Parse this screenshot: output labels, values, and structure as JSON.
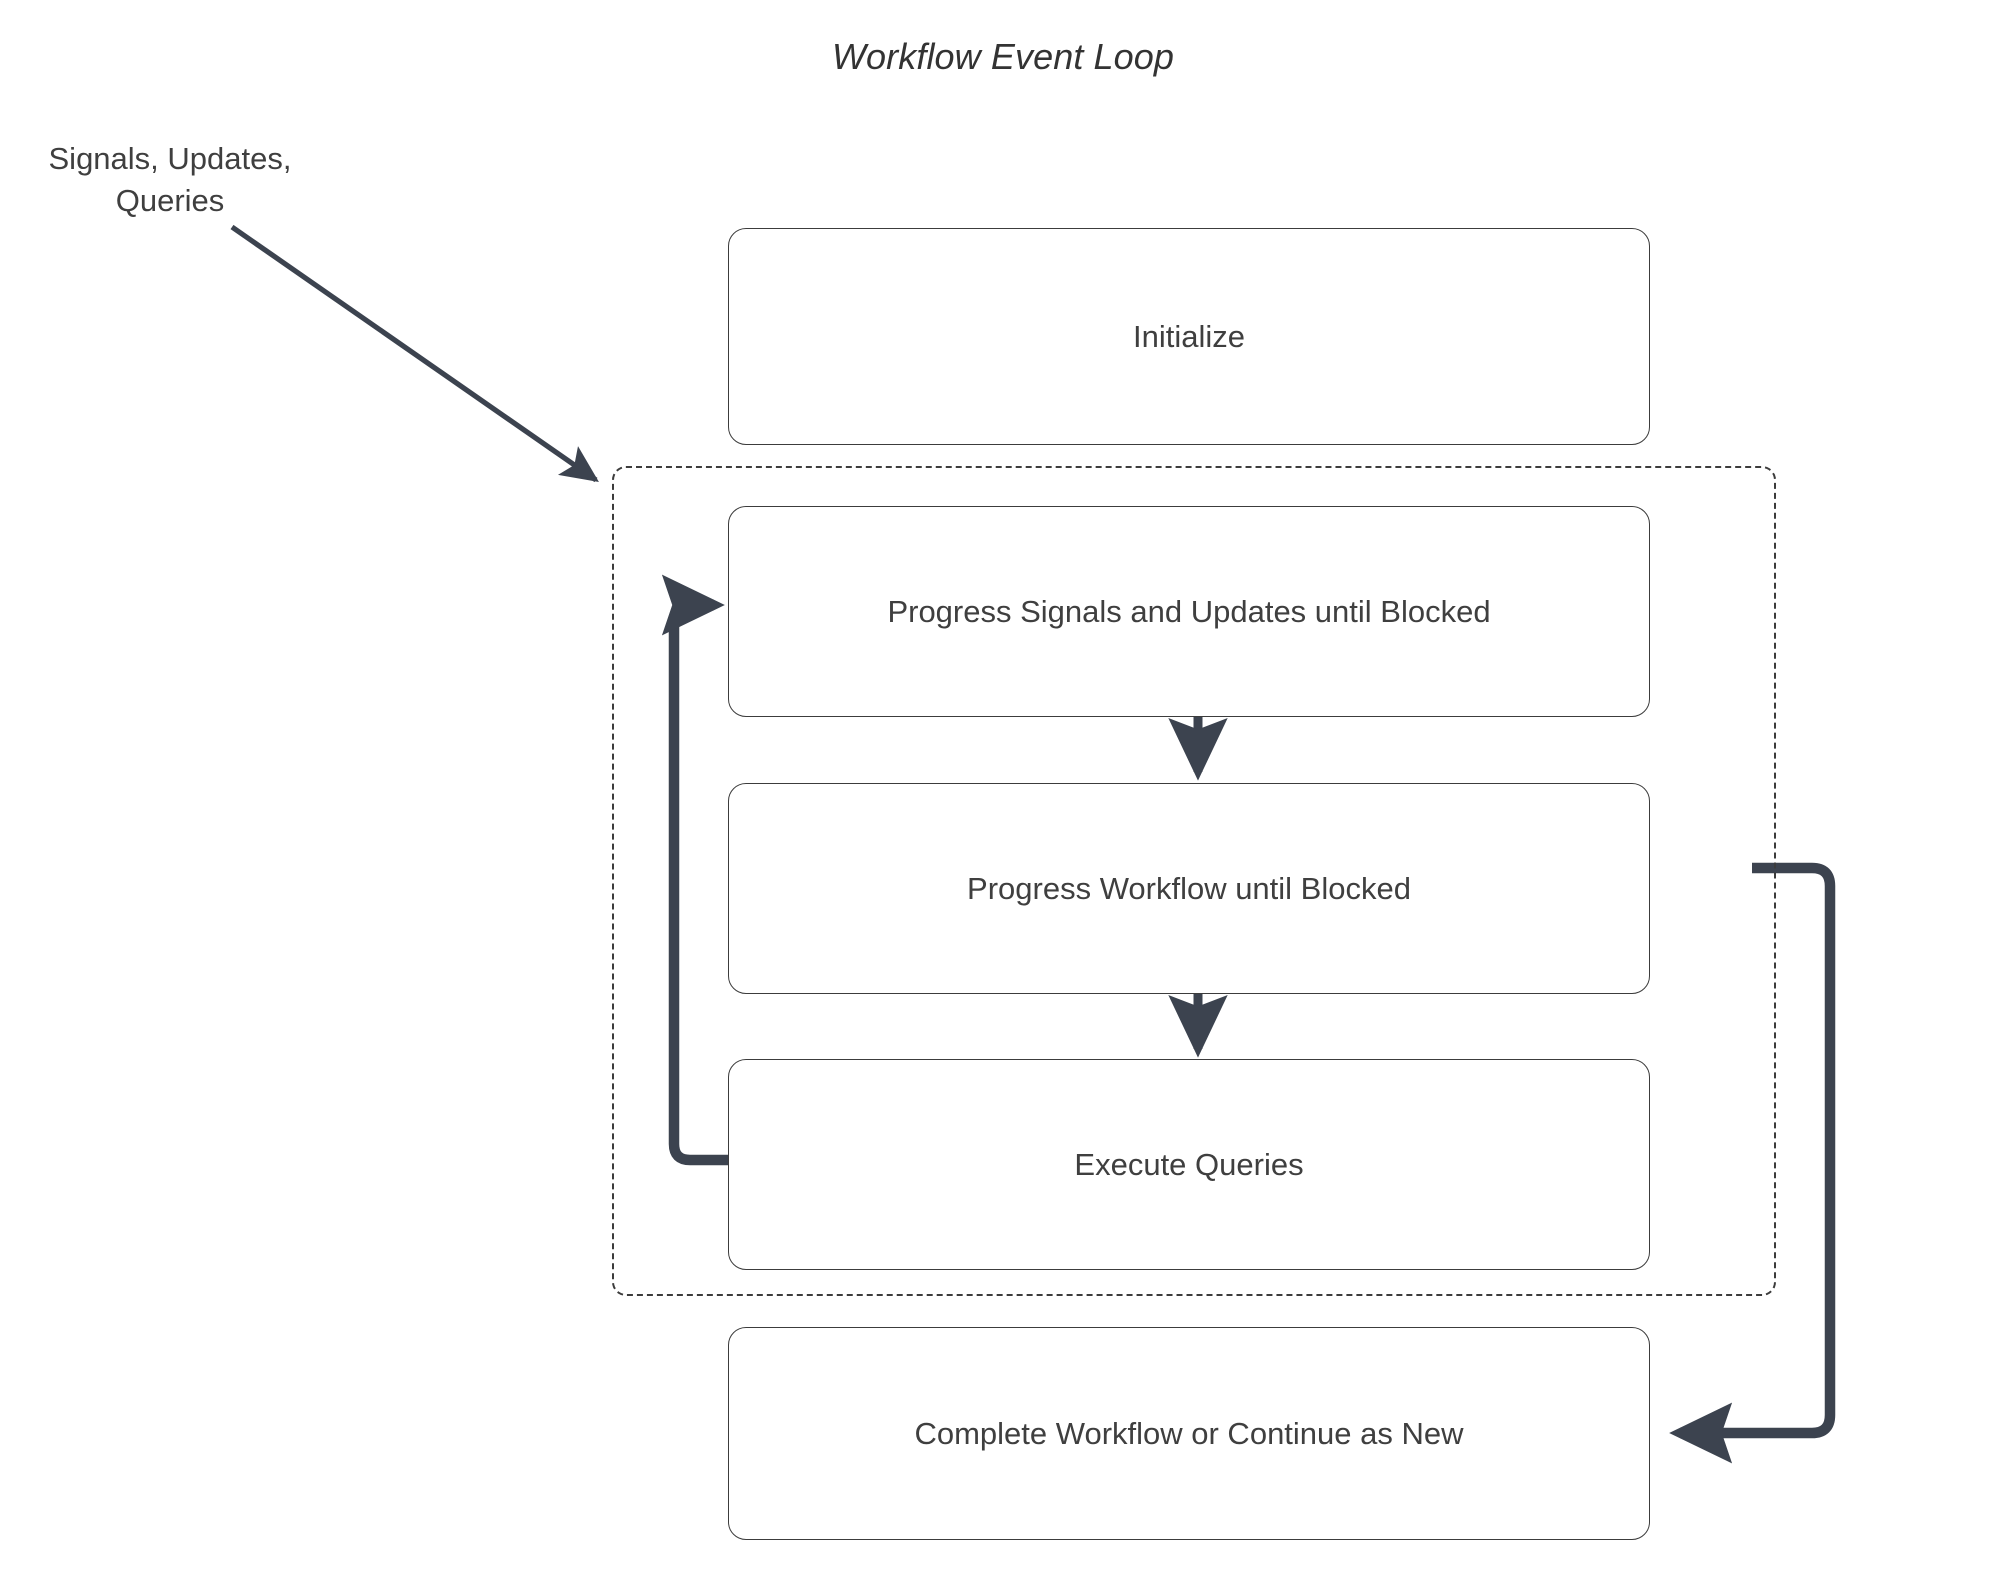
{
  "diagram": {
    "title": "Workflow Event Loop",
    "type": "flowchart",
    "background_color": "#ffffff",
    "stroke_color": "#3c3c3c",
    "arrow_color": "#3c434f",
    "text_color": "#3f3f3f"
  },
  "labels": {
    "input_edge_line1": "Signals, Updates,",
    "input_edge_line2": "Queries"
  },
  "nodes": {
    "initialize": "Initialize",
    "progress_signals": "Progress Signals and Updates until Blocked",
    "progress_workflow": "Progress Workflow until Blocked",
    "execute_queries": "Execute Queries",
    "complete_workflow": "Complete Workflow or Continue as New"
  },
  "edges": [
    {
      "name": "signals-into-loop",
      "from": "Signals, Updates, Queries",
      "to": "event loop container",
      "style": "solid-diagonal-arrow"
    },
    {
      "name": "progress-signals-to-progress-workflow",
      "from": "Progress Signals and Updates until Blocked",
      "to": "Progress Workflow until Blocked",
      "style": "solid-down-arrow"
    },
    {
      "name": "progress-workflow-to-execute-queries",
      "from": "Progress Workflow until Blocked",
      "to": "Execute Queries",
      "style": "solid-down-arrow"
    },
    {
      "name": "execute-queries-loop-back",
      "from": "Execute Queries",
      "to": "Progress Signals and Updates until Blocked",
      "style": "thick-loop-left"
    },
    {
      "name": "loop-to-complete-workflow",
      "from": "event loop container",
      "to": "Complete Workflow or Continue as New",
      "style": "thick-loop-right"
    }
  ]
}
